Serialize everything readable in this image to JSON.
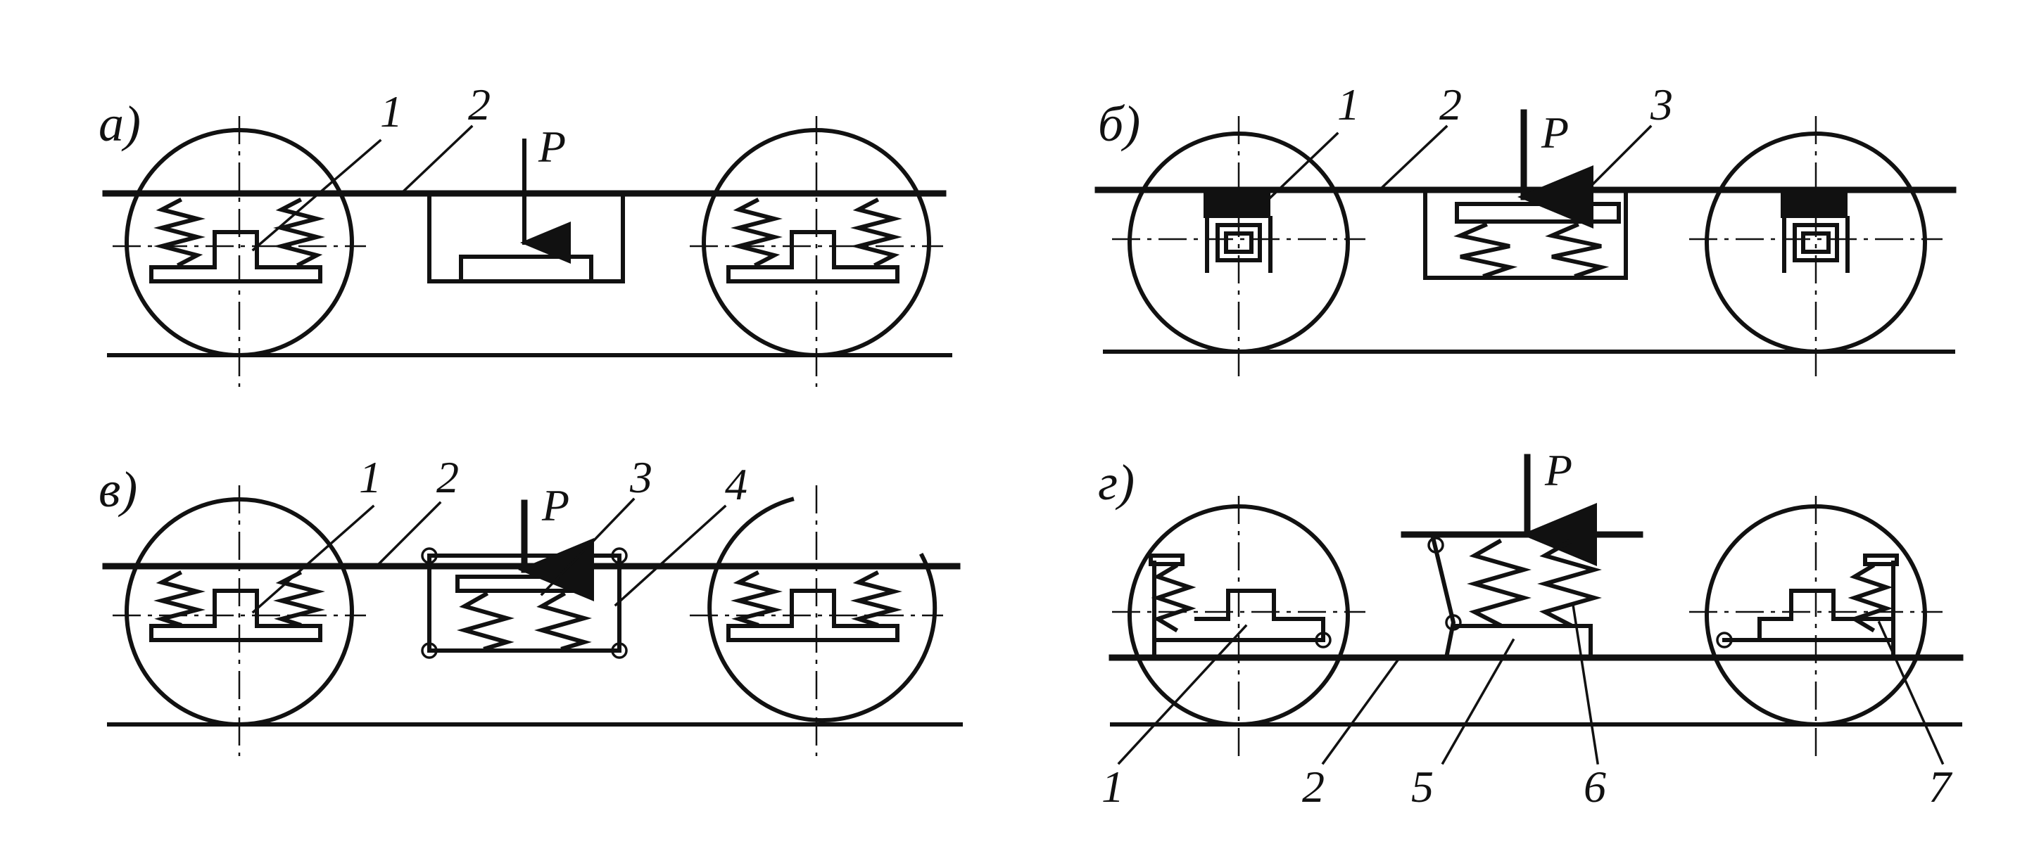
{
  "figure": {
    "panels": [
      {
        "id": "a",
        "tag": "а)",
        "force": "P",
        "labels": [
          "1",
          "2"
        ]
      },
      {
        "id": "b",
        "tag": "б)",
        "force": "P",
        "labels": [
          "1",
          "2",
          "3"
        ]
      },
      {
        "id": "v",
        "tag": "в)",
        "force": "P",
        "labels": [
          "1",
          "2",
          "3",
          "4"
        ]
      },
      {
        "id": "g",
        "tag": "г)",
        "force": "P",
        "labels": [
          "1",
          "2",
          "5",
          "6",
          "7"
        ]
      }
    ]
  },
  "colors": {
    "ink": "#111111",
    "paper": "#ffffff"
  }
}
